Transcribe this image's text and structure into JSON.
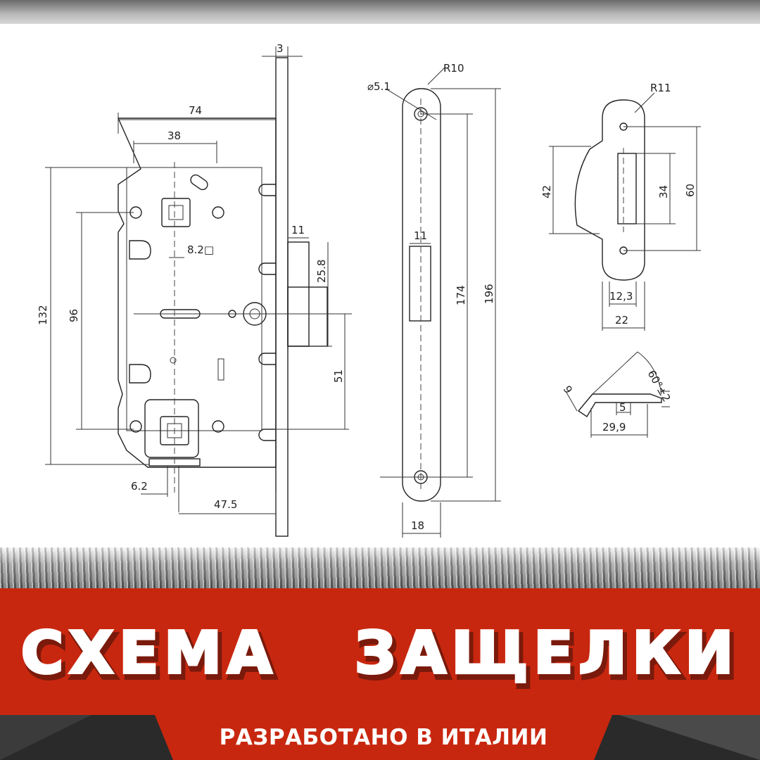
{
  "banner": {
    "title": "СХЕМА   ЗАЩЕЛКИ",
    "subtitle": "РАЗРАБОТАНО В ИТАЛИИ",
    "accent_color": "#c8270f"
  },
  "diagram": {
    "lock_body": {
      "faceplate_thickness": "3",
      "body_width": "74",
      "backset_gap": "38",
      "height_total": "132",
      "hole_spacing": "96",
      "square_spindle": "8.2□",
      "latch_width": "11",
      "latch_projection": "25.8",
      "distance_51": "51",
      "bottom_offset": "6.2",
      "backset": "47.5"
    },
    "faceplate": {
      "hole_diameter": "⌀5.1",
      "corner_radius": "R10",
      "window_width": "11",
      "hole_centers": "174",
      "length": "196",
      "width": "18"
    },
    "strike_plate": {
      "corner_radius": "R11",
      "lip_height": "42",
      "window_height": "34",
      "hole_spacing": "60",
      "window_width": "12,3",
      "width": "22"
    },
    "latch_profile": {
      "angle": "60°±2",
      "thickness": "9",
      "tip": "5",
      "length": "29,9"
    }
  }
}
